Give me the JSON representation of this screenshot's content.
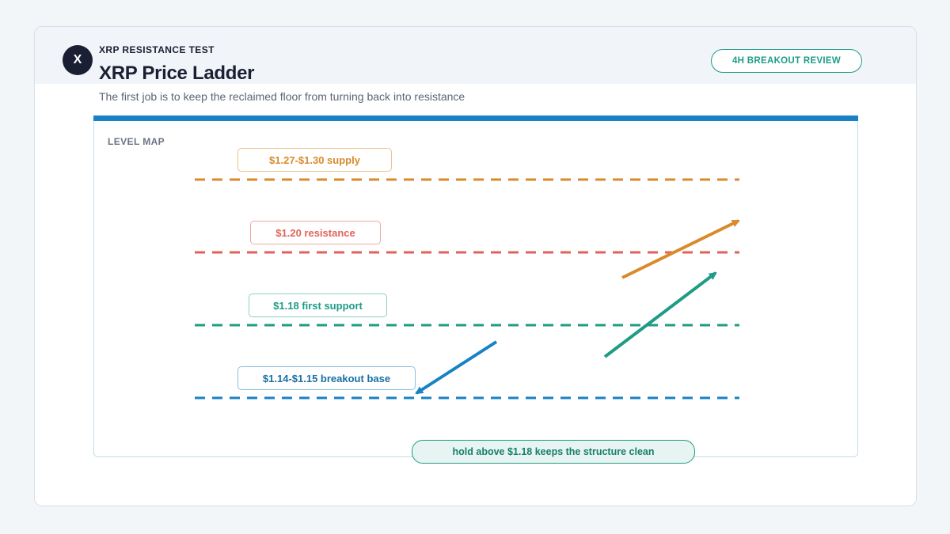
{
  "header": {
    "logo_letter": "X",
    "eyebrow": "XRP RESISTANCE TEST",
    "title": "XRP Price Ladder",
    "subtitle": "The first job is to keep the reclaimed floor from turning back into resistance",
    "badge": "4H BREAKOUT REVIEW"
  },
  "panel": {
    "title": "LEVEL MAP",
    "accent_color": "#1782c5"
  },
  "levels": [
    {
      "label": "$1.27-$1.30 supply",
      "color": "#d98a2b"
    },
    {
      "label": "$1.20 resistance",
      "color": "#e2625a"
    },
    {
      "label": "$1.18 first support",
      "color": "#1e9c86"
    },
    {
      "label": "$1.14-$1.15 breakout base",
      "color": "#1782c5"
    }
  ],
  "arrows": [
    {
      "name": "pullback-arrow",
      "color": "#1782c5",
      "direction": "down-left"
    },
    {
      "name": "breakout-arrow",
      "color": "#1e9c86",
      "direction": "up-right"
    },
    {
      "name": "extension-arrow",
      "color": "#d98a2b",
      "direction": "up-right"
    }
  ],
  "note": "hold above $1.18 keeps the structure clean"
}
